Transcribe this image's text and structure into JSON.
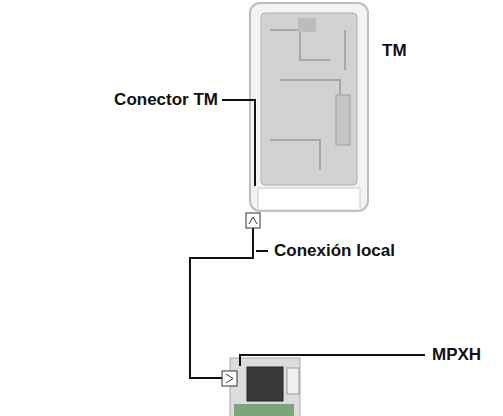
{
  "diagram": {
    "nodes": [
      {
        "text": [
          "TM"
        ]
      },
      {
        "text": [
          "MPXH"
        ]
      }
    ],
    "edges": [
      {
        "from": 0,
        "to": 1,
        "arrow": "none"
      }
    ],
    "labels": [
      "Conector TM",
      "Conexión local"
    ]
  }
}
